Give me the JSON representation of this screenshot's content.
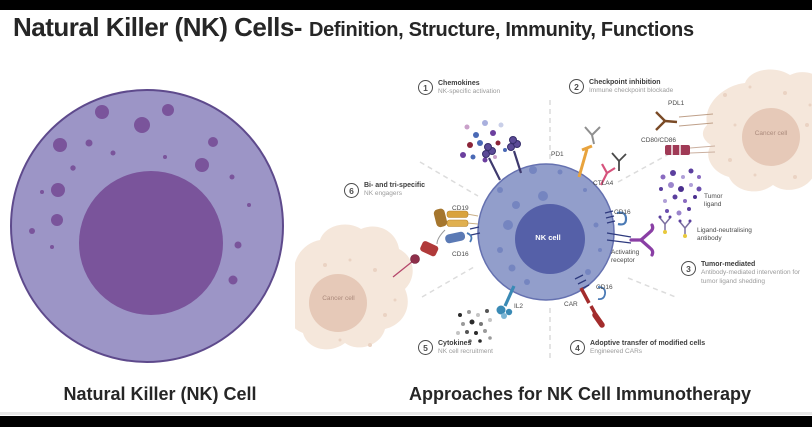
{
  "header": {
    "title_main": "Natural Killer (NK) Cells-",
    "title_sub": "Definition, Structure, Immunity, Functions"
  },
  "left_panel": {
    "caption": "Natural Killer (NK) Cell"
  },
  "right_panel": {
    "caption": "Approaches for NK Cell Immunotherapy",
    "nk_cell_label": "NK cell",
    "cancer_cell_top_label": "Cancer cell",
    "cancer_cell_bottom_label": "Cancer cell",
    "annotations": [
      {
        "num": "1",
        "title": "Chemokines",
        "desc": "NK-specific activation"
      },
      {
        "num": "2",
        "title": "Checkpoint inhibition",
        "desc": "Immune checkpoint blockade"
      },
      {
        "num": "3",
        "title": "Tumor-mediated",
        "desc": "Antibody-mediated intervention for tumor ligand shedding"
      },
      {
        "num": "4",
        "title": "Adoptive transfer of modified cells",
        "desc": "Engineered CARs"
      },
      {
        "num": "5",
        "title": "Cytokines",
        "desc": "NK cell recruitment"
      },
      {
        "num": "6",
        "title": "Bi- and tri-specific",
        "desc": "NK engagers"
      }
    ],
    "labels": {
      "pd1": "PD1",
      "ctla4": "CTLA4",
      "pdl1": "PDL1",
      "cd80_cd86": "CD80/CD86",
      "tumor_ligand": "Tumor ligand",
      "ligand_neutralising_antibody": "Ligand-neutralising antibody",
      "cd16_right": "CD16",
      "activating_receptor": "Activating receptor",
      "cd16_car": "CD16",
      "car": "CAR",
      "il2": "IL2",
      "cd19": "CD19",
      "cd16_left": "CD16"
    }
  },
  "colors": {
    "nk_big_body": "#9c95c6",
    "nk_big_border": "#5e4a8c",
    "nk_big_nucleus": "#7a549b",
    "nk_center_body": "#929ecb",
    "nk_center_nucleus": "#5560a8",
    "cancer_body": "#f5e7db",
    "cancer_nucleus": "#e6c9b8",
    "pd1_accent": "#e8a33d",
    "ctla4_accent": "#d6527c",
    "pdl1_accent": "#7a4a26",
    "cd80_accent": "#a03a56",
    "car_accent": "#a32c2c",
    "il2_accent": "#3a8ab5",
    "cd16_accent": "#4a7ab5",
    "cd19_accent": "#d9a33d",
    "activating_accent": "#8a3fa5",
    "dash_line": "#dcdcdc"
  }
}
